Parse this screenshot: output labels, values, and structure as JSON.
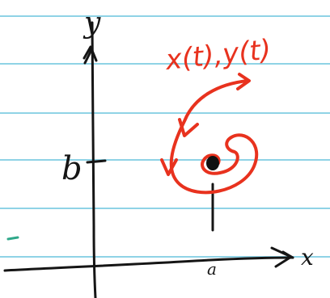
{
  "colors": {
    "paper": "#ffffff",
    "rule_line": "#8fd3e6",
    "margin_mark": "#2fa88a",
    "ink": "#151515",
    "trajectory": "#e8321e",
    "equilibrium": "#111111"
  },
  "axes": {
    "y_label": "y",
    "x_label": "x",
    "y_tick_label": "b",
    "x_tick_label": "a"
  },
  "trajectory": {
    "label": "x(t),y(t)",
    "shape": "inward spiral toward equilibrium point"
  },
  "paper_style": "ruled notebook"
}
